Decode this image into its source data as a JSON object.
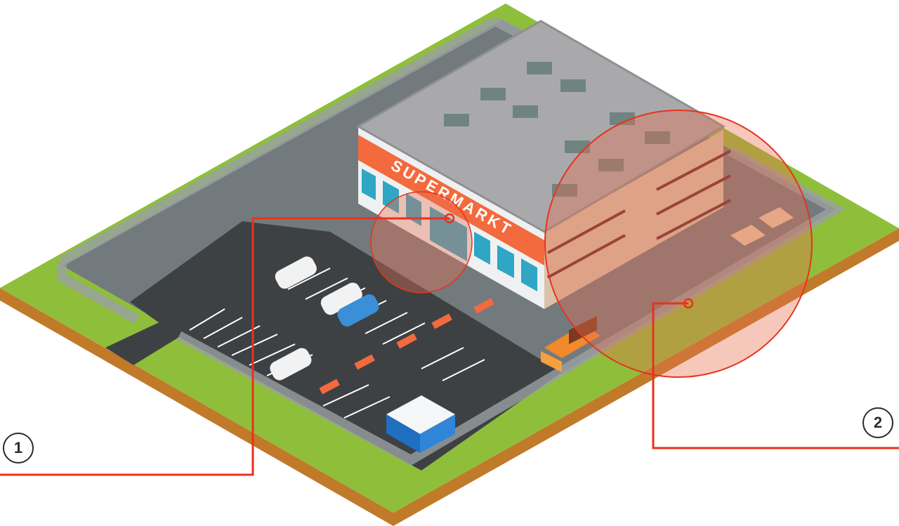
{
  "store_sign": "SUPERMARKT",
  "callouts": [
    {
      "number": "1"
    },
    {
      "number": "2"
    }
  ],
  "colors": {
    "grass": "#8fbf3a",
    "soil": "#c07a2a",
    "pavement": "#6e7478",
    "asphalt": "#3c4043",
    "roof": "#a8a8aa",
    "sign": "#f26a3d",
    "callout": "#e8321e",
    "highlight": "rgba(232,110,80,0.38)"
  }
}
